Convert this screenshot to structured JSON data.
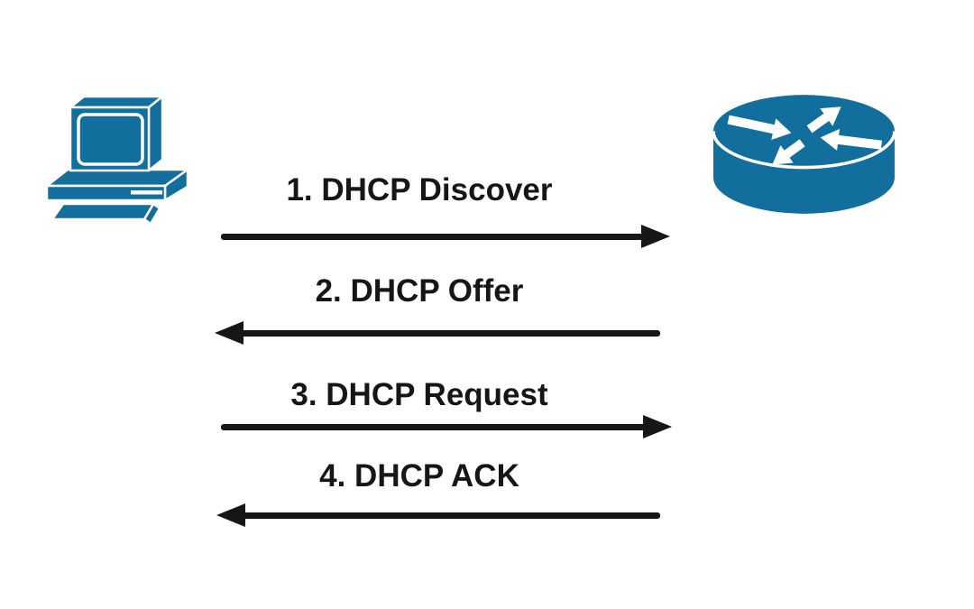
{
  "diagram": {
    "nodes": {
      "client": {
        "icon": "desktop-computer-icon",
        "role": "DHCP client"
      },
      "server": {
        "icon": "router-icon",
        "role": "DHCP server"
      }
    },
    "messages": [
      {
        "label": "1. DHCP Discover",
        "direction": "right"
      },
      {
        "label": "2. DHCP Offer",
        "direction": "left"
      },
      {
        "label": "3. DHCP Request",
        "direction": "right"
      },
      {
        "label": "4. DHCP ACK",
        "direction": "left"
      }
    ]
  },
  "colors": {
    "icon_teal": "#116e9d",
    "arrow_black": "#161616",
    "background": "#ffffff"
  }
}
